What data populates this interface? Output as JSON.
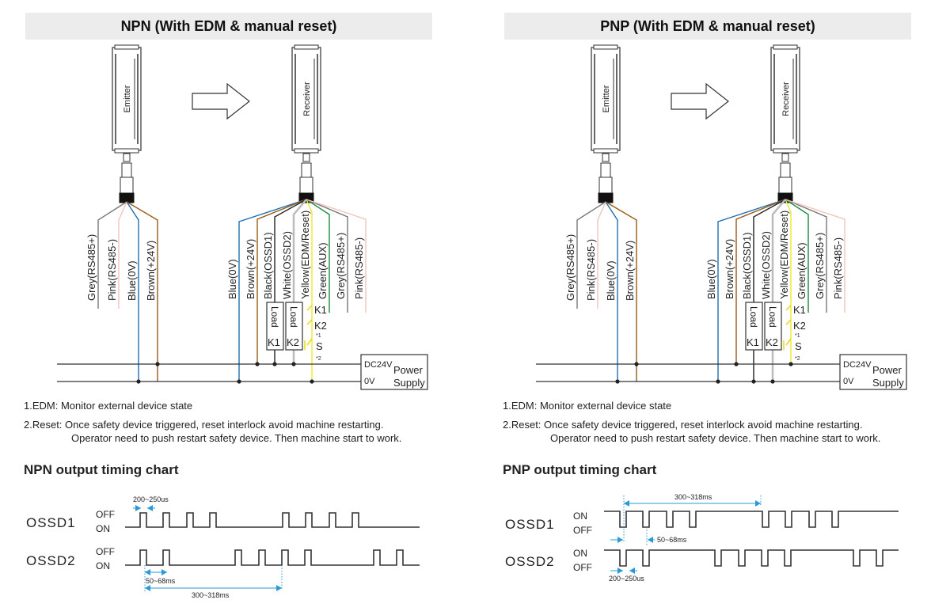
{
  "panels": [
    {
      "id": "npn",
      "title": "NPN (With EDM & manual reset)",
      "emitter_label": "Emitter",
      "receiver_label": "Receiver",
      "emitter_wires": [
        {
          "label": "Grey(RS485+)",
          "color": "#777777"
        },
        {
          "label": "Pink(RS485-)",
          "color": "#f2c4bc"
        },
        {
          "label": "Blue(0V)",
          "color": "#1e6fb4"
        },
        {
          "label": "Brown(+24V)",
          "color": "#9a5a12"
        }
      ],
      "receiver_wires": [
        {
          "label": "Blue(0V)",
          "color": "#1e6fb4"
        },
        {
          "label": "Brown(+24V)",
          "color": "#9a5a12"
        },
        {
          "label": "Black(OSSD1)",
          "color": "#222222"
        },
        {
          "label": "White(OSSD2)",
          "color": "#bbbbbb"
        },
        {
          "label": "Yellow(EDM/Reset)",
          "color": "#f0e62c"
        },
        {
          "label": "Green(AUX)",
          "color": "#1b8a3c"
        },
        {
          "label": "Grey(RS485+)",
          "color": "#777777"
        },
        {
          "label": "Pink(RS485-)",
          "color": "#f2c4bc"
        }
      ],
      "loads": [
        {
          "label": "Load",
          "relay": "K1"
        },
        {
          "label": "Load",
          "relay": "K2"
        }
      ],
      "contacts": {
        "k1": "K1",
        "k2": "K2",
        "s": "S",
        "mark1": "*1",
        "mark2": "*2"
      },
      "power_supply": {
        "dc": "DC24V",
        "zero": "0V",
        "name_line1": "Power",
        "name_line2": "Supply"
      },
      "notes": {
        "edm": "1.EDM: Monitor external device state",
        "reset_line1": "2.Reset: Once safety device triggered, reset interlock avoid machine restarting.",
        "reset_line2": "Operator need to push restart safety device. Then machine start to work."
      },
      "timing": {
        "title": "NPN output timing chart",
        "signals": [
          {
            "name": "OSSD1",
            "upper_state": "OFF",
            "lower_state": "ON"
          },
          {
            "name": "OSSD2",
            "upper_state": "OFF",
            "lower_state": "ON"
          }
        ],
        "annotations": {
          "pulse_width": "200~250us",
          "pulse_gap": "50~68ms",
          "period": "300~318ms"
        }
      }
    },
    {
      "id": "pnp",
      "title": "PNP (With EDM & manual reset)",
      "emitter_label": "Emitter",
      "receiver_label": "Receiver",
      "emitter_wires": [
        {
          "label": "Grey(RS485+)",
          "color": "#777777"
        },
        {
          "label": "Pink(RS485-)",
          "color": "#f2c4bc"
        },
        {
          "label": "Blue(0V)",
          "color": "#1e6fb4"
        },
        {
          "label": "Brown(+24V)",
          "color": "#9a5a12"
        }
      ],
      "receiver_wires": [
        {
          "label": "Blue(0V)",
          "color": "#1e6fb4"
        },
        {
          "label": "Brown(+24V)",
          "color": "#9a5a12"
        },
        {
          "label": "Black(OSSD1)",
          "color": "#222222"
        },
        {
          "label": "White(OSSD2)",
          "color": "#bbbbbb"
        },
        {
          "label": "Yellow(EDM/Reset)",
          "color": "#f0e62c"
        },
        {
          "label": "Green(AUX)",
          "color": "#1b8a3c"
        },
        {
          "label": "Grey(RS485+)",
          "color": "#777777"
        },
        {
          "label": "Pink(RS485-)",
          "color": "#f2c4bc"
        }
      ],
      "loads": [
        {
          "label": "Load",
          "relay": "K1"
        },
        {
          "label": "Load",
          "relay": "K2"
        }
      ],
      "contacts": {
        "k1": "K1",
        "k2": "K2",
        "s": "S",
        "mark1": "*1",
        "mark2": "*2"
      },
      "power_supply": {
        "dc": "DC24V",
        "zero": "0V",
        "name_line1": "Power",
        "name_line2": "Supply"
      },
      "notes": {
        "edm": "1.EDM: Monitor external device state",
        "reset_line1": "2.Reset: Once safety device triggered, reset interlock avoid machine restarting.",
        "reset_line2": "Operator need to push restart safety device. Then machine start to work."
      },
      "timing": {
        "title": "PNP output timing chart",
        "signals": [
          {
            "name": "OSSD1",
            "upper_state": "ON",
            "lower_state": "OFF"
          },
          {
            "name": "OSSD2",
            "upper_state": "ON",
            "lower_state": "OFF"
          }
        ],
        "annotations": {
          "pulse_width": "200~250us",
          "pulse_gap": "50~68ms",
          "period": "300~318ms"
        }
      }
    }
  ],
  "colors": {
    "title_bg": "#ececec",
    "annotation_blue": "#2a9ad6",
    "line": "#333333"
  }
}
